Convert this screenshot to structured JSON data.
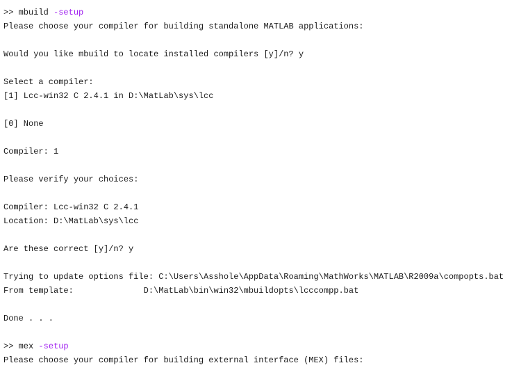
{
  "console": {
    "line1": {
      "prompt": ">> ",
      "command": "mbuild ",
      "argument": "-setup"
    },
    "line2": "Please choose your compiler for building standalone MATLAB applications:",
    "line3": "",
    "line4": "Would you like mbuild to locate installed compilers [y]/n? y",
    "line5": "",
    "line6": "Select a compiler:",
    "line7": "[1] Lcc-win32 C 2.4.1 in D:\\MatLab\\sys\\lcc",
    "line8": "",
    "line9": "[0] None",
    "line10": "",
    "line11": "Compiler: 1",
    "line12": "",
    "line13": "Please verify your choices:",
    "line14": "",
    "line15": "Compiler: Lcc-win32 C 2.4.1",
    "line16": "Location: D:\\MatLab\\sys\\lcc",
    "line17": "",
    "line18": "Are these correct [y]/n? y",
    "line19": "",
    "line20": "Trying to update options file: C:\\Users\\Asshole\\AppData\\Roaming\\MathWorks\\MATLAB\\R2009a\\compopts.bat",
    "line21": "From template:              D:\\MatLab\\bin\\win32\\mbuildopts\\lcccompp.bat",
    "line22": "",
    "line23": "Done . . .",
    "line24": "",
    "line25": {
      "prompt": ">> ",
      "command": "mex ",
      "argument": "-setup"
    },
    "line26": "Please choose your compiler for building external interface (MEX) files:"
  }
}
